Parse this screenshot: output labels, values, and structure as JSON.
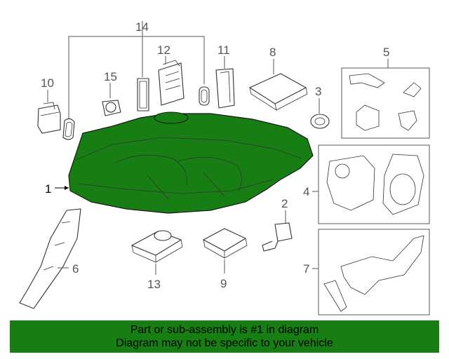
{
  "callouts": {
    "c1": "1",
    "c2": "2",
    "c3": "3",
    "c4": "4",
    "c5": "5",
    "c6": "6",
    "c7": "7",
    "c8": "8",
    "c9": "9",
    "c10": "10",
    "c11": "11",
    "c12": "12",
    "c13": "13",
    "c14": "14",
    "c15": "15"
  },
  "colors": {
    "highlight": "#177e14",
    "banner_bg": "#177e14"
  },
  "banner": {
    "line1": "Part or sub-assembly is #1 in diagram",
    "line2": "Diagram may not be specific to your vehicle"
  }
}
